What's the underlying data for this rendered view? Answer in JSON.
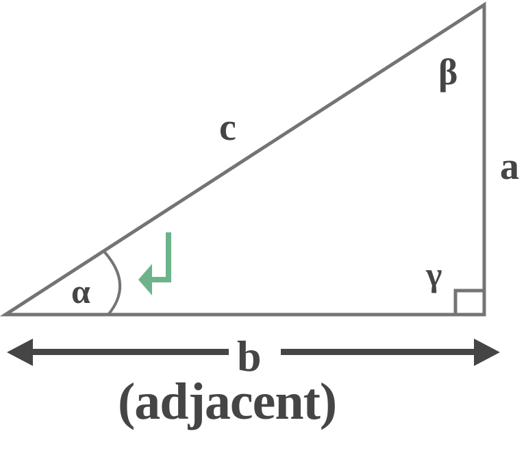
{
  "diagram": {
    "title": "Right triangle with labeled sides and angles",
    "colors": {
      "stroke": "#747474",
      "text": "#454545",
      "arrow": "#454545",
      "accent": "#6db38a"
    },
    "sides": {
      "hypotenuse": "c",
      "opposite_vertical": "a",
      "adjacent_horizontal": "b"
    },
    "angles": {
      "bottom_left": "α",
      "top_right": "β",
      "right_angle": "γ"
    },
    "adjacent_caption": "(adjacent)",
    "marker_icon": "return-arrow-icon"
  }
}
